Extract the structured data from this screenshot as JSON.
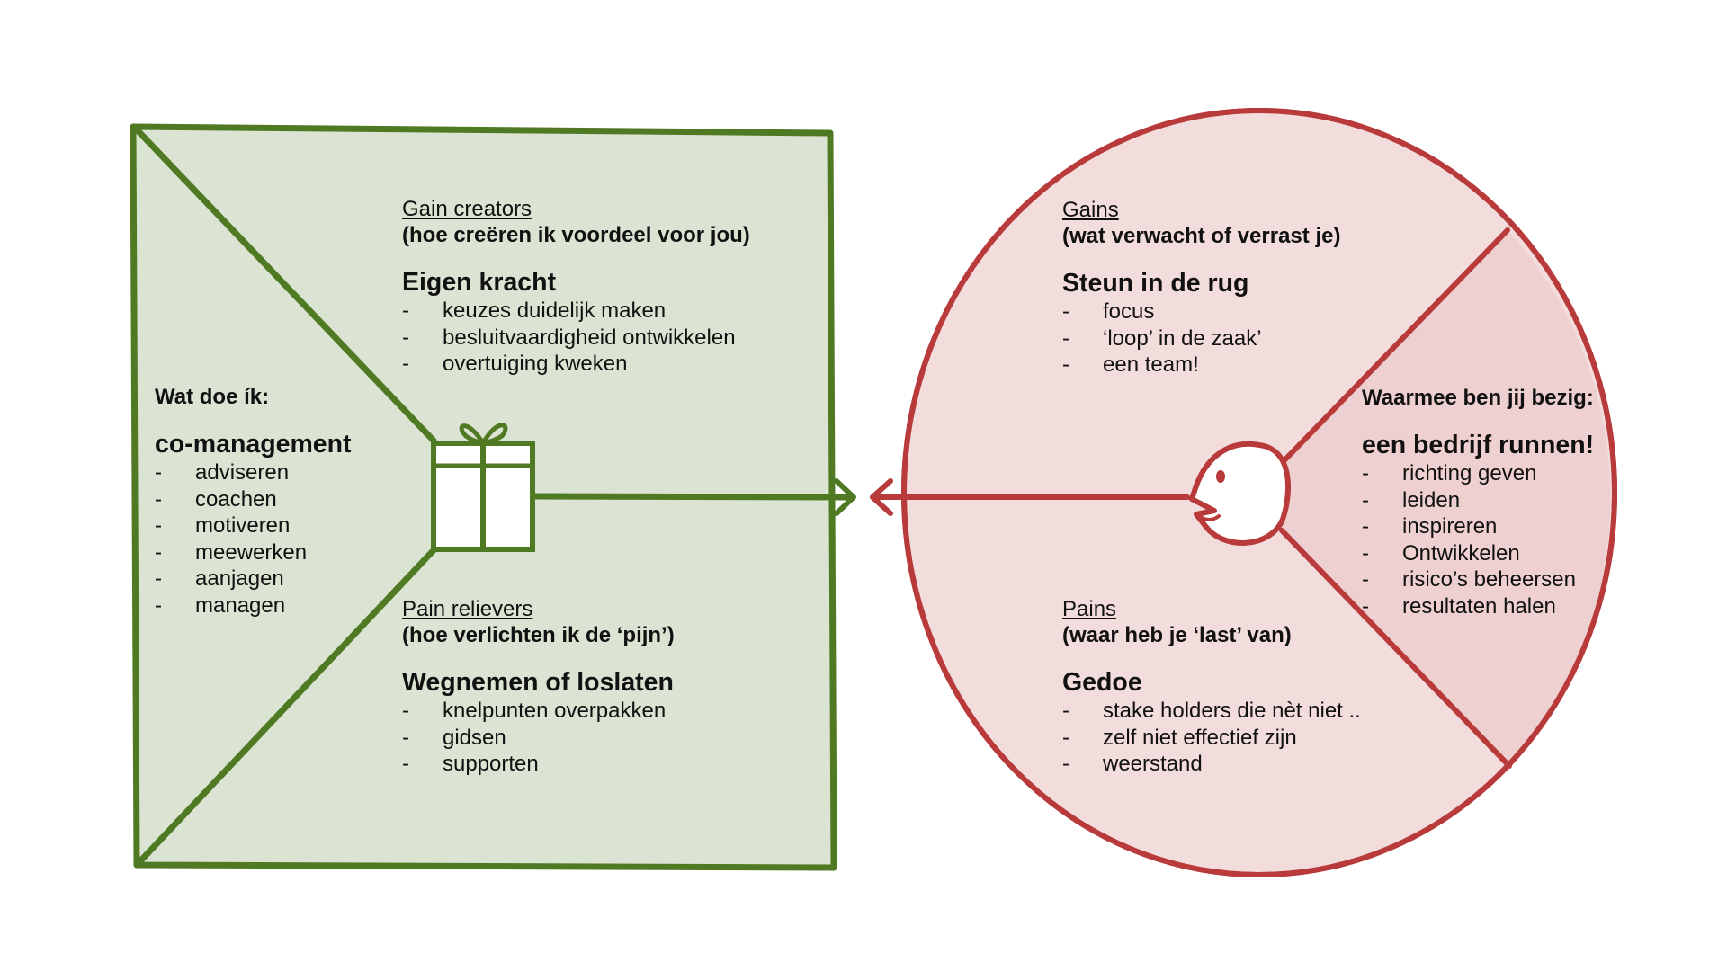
{
  "colors": {
    "green_fill": "#dbe3d2",
    "green_stroke": "#4f7a23",
    "red_fill": "#f3dcdc",
    "red_fill_dark": "#efd0d0",
    "red_stroke": "#b83a3a"
  },
  "left": {
    "gain_creators": {
      "heading": "Gain creators",
      "sub": "(hoe creëren ik voordeel voor jou)",
      "title": "Eigen kracht",
      "items": [
        "keuzes duidelijk maken",
        "besluitvaardigheid ontwikkelen",
        "overtuiging kweken"
      ]
    },
    "products": {
      "question": "Wat doe ík:",
      "title": "co-management",
      "items": [
        "adviseren",
        "coachen",
        "motiveren",
        "meewerken",
        "aanjagen",
        "managen"
      ]
    },
    "pain_relievers": {
      "heading": "Pain relievers",
      "sub": "(hoe verlichten ik de ‘pijn’)",
      "title": "Wegnemen of loslaten",
      "items": [
        "knelpunten overpakken",
        "gidsen",
        "supporten"
      ]
    }
  },
  "right": {
    "gains": {
      "heading": "Gains",
      "sub": "(wat verwacht of verrast je)",
      "title": "Steun in de rug",
      "items": [
        "focus",
        "‘loop’ in de zaak’",
        "een team!"
      ]
    },
    "jobs": {
      "question": "Waarmee ben jij bezig:",
      "title": "een bedrijf runnen!",
      "items": [
        "richting geven",
        "leiden",
        "inspireren",
        "Ontwikkelen",
        "risico’s beheersen",
        "resultaten halen"
      ]
    },
    "pains": {
      "heading": "Pains",
      "sub": "(waar heb je ‘last’ van)",
      "title": "Gedoe",
      "items": [
        "stake holders die nèt niet ..",
        "zelf niet effectief zijn",
        "weerstand"
      ]
    }
  },
  "dash": "-"
}
